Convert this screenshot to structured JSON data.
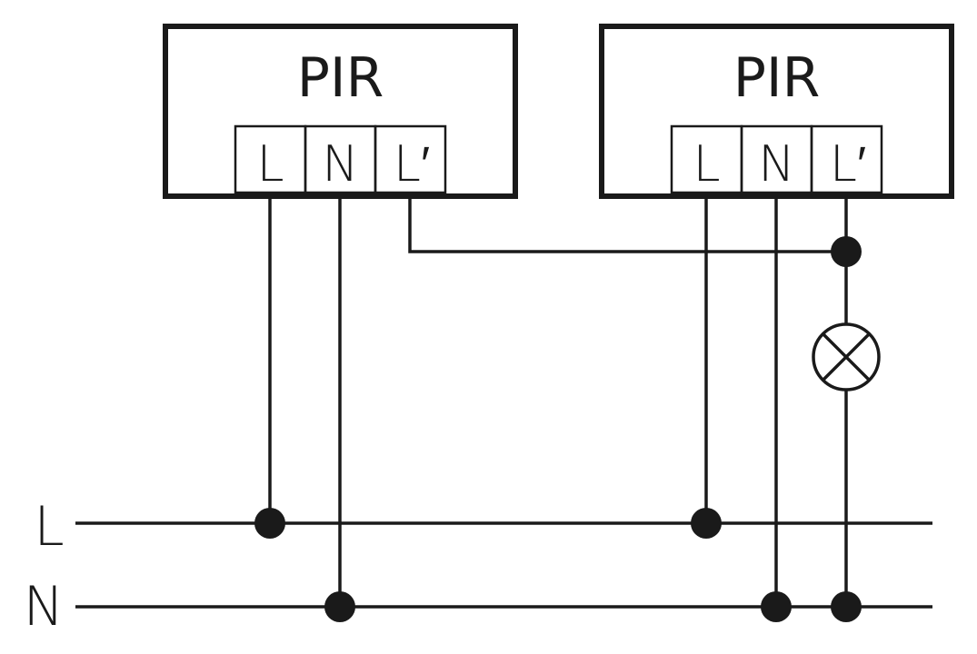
{
  "diagram": {
    "colors": {
      "stroke": "#1a1a1a",
      "background": "#ffffff"
    },
    "pir_left": {
      "title": "PIR",
      "terminals": {
        "l": "L",
        "n": "N",
        "lp": "L′"
      }
    },
    "pir_right": {
      "title": "PIR",
      "terminals": {
        "l": "L",
        "n": "N",
        "lp": "L′"
      }
    },
    "rails": {
      "live": "L",
      "neutral": "N"
    },
    "symbols": {
      "lamp": "lamp-icon"
    }
  }
}
